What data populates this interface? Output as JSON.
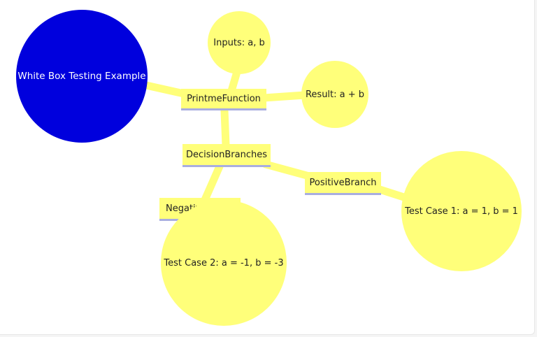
{
  "colors": {
    "root_fill": "#0000dd",
    "node_fill": "#ffff7a",
    "edge": "#ffff7a",
    "underline": "#a9aee0"
  },
  "nodes": {
    "root": "White Box Testing Example",
    "function": "PrintmeFunction",
    "inputs": "Inputs: a, b",
    "result": "Result: a + b",
    "decisions": "DecisionBranches",
    "positive": "PositiveBranch",
    "negative": "Negative",
    "test1": "Test Case 1: a = 1, b = 1",
    "test2": "Test Case 2: a = -1, b = -3"
  }
}
